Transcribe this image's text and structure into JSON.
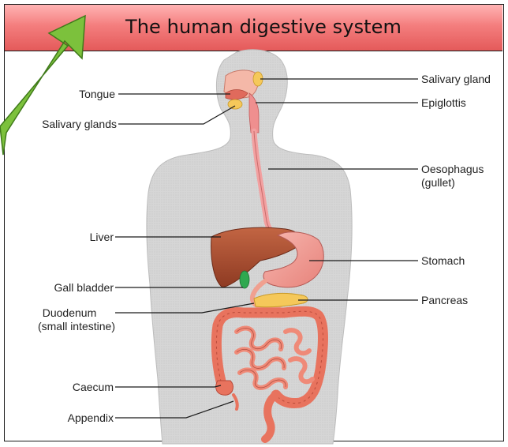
{
  "title": "The human digestive system",
  "labels_left": {
    "tongue": "Tongue",
    "salivary_glands": "Salivary glands",
    "liver": "Liver",
    "gall_bladder": "Gall bladder",
    "duodenum_line1": "Duodenum",
    "duodenum_line2": "(small intestine)",
    "caecum": "Caecum",
    "appendix": "Appendix"
  },
  "labels_right": {
    "salivary_gland": "Salivary gland",
    "epiglottis": "Epiglottis",
    "oesophagus_line1": "Oesophagus",
    "oesophagus_line2": "(gullet)",
    "stomach": "Stomach",
    "pancreas": "Pancreas"
  },
  "colors": {
    "title_bar": "#f47e7e",
    "arrow": "#7cc13c",
    "body_silhouette": "#d4d4d4",
    "liver": "#a8472a",
    "stomach": "#f09a9a",
    "intestine": "#e8735e",
    "pancreas": "#f5c85a",
    "gall_bladder": "#2fa84f",
    "oesophagus": "#f2a0a0"
  },
  "icons": {
    "pointer": "green-arrow-icon"
  }
}
